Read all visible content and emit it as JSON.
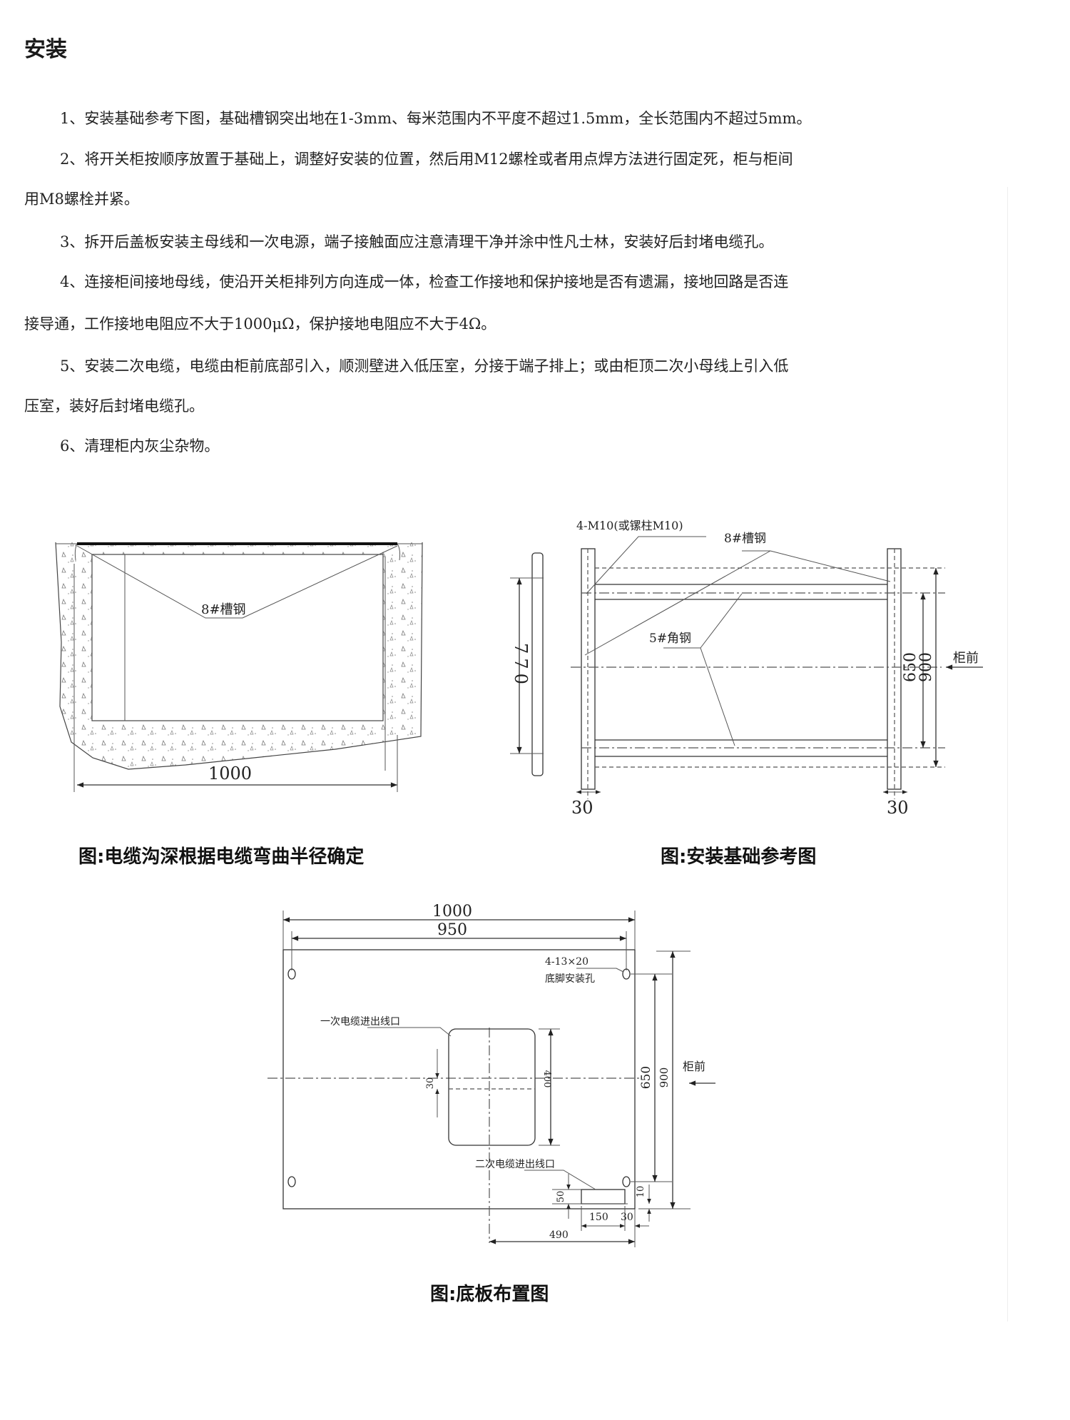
{
  "title": "安装",
  "paragraphs": [
    "1、安装基础参考下图，基础槽钢突出地在1-3mm、每米范围内不平度不超过1.5mm，全长范围内不超过5mm。",
    "2、将开关柜按顺序放置于基础上，调整好安装的位置，然后用M12螺栓或者用点焊方法进行固定死，柜与柜间",
    "用M8螺栓并紧。",
    "3、拆开后盖板安装主母线和一次电源，端子接触面应注意清理干净并涂中性凡士林，安装好后封堵电缆孔。",
    "4、连接柜间接地母线，使沿开关柜排列方向连成一体，检查工作接地和保护接地是否有遗漏，接地回路是否连",
    "接导通，工作接地电阻应不大于1000μΩ，保护接地电阻应不大于4Ω。",
    "5、安装二次电缆，电缆由柜前底部引入，顺测壁进入低压室，分接于端子排上；或由柜顶二次小母线上引入低",
    "压室，装好后封堵电缆孔。",
    "6、清理柜内灰尘杂物。"
  ],
  "fig1": {
    "caption": "图:电缆沟深根据电缆弯曲半径确定",
    "label_channel": "8#槽钢",
    "dim_width": "1000"
  },
  "fig2": {
    "caption": "图:安装基础参考图",
    "label_bolt": "4-M10(或镙柱M10)",
    "label_channel": "8#槽钢",
    "label_angle": "5#角钢",
    "dim_770": "770",
    "dim_650": "650",
    "dim_900": "900",
    "front": "柜前",
    "dim_30_left": "30",
    "dim_30_right": "30"
  },
  "fig3": {
    "caption": "图:底板布置图",
    "dim_1000": "1000",
    "dim_950": "950",
    "hole_spec": "4-13×20",
    "hole_label": "底脚安装孔",
    "primary_cable": "一次电缆进出线口",
    "secondary_cable": "二次电缆进出线口",
    "dim_30": "30",
    "dim_400": "400",
    "dim_650": "650",
    "dim_900": "900",
    "front": "柜前",
    "dim_50": "50",
    "dim_10": "10",
    "dim_150": "150",
    "dim_30b": "30",
    "dim_490": "490"
  }
}
